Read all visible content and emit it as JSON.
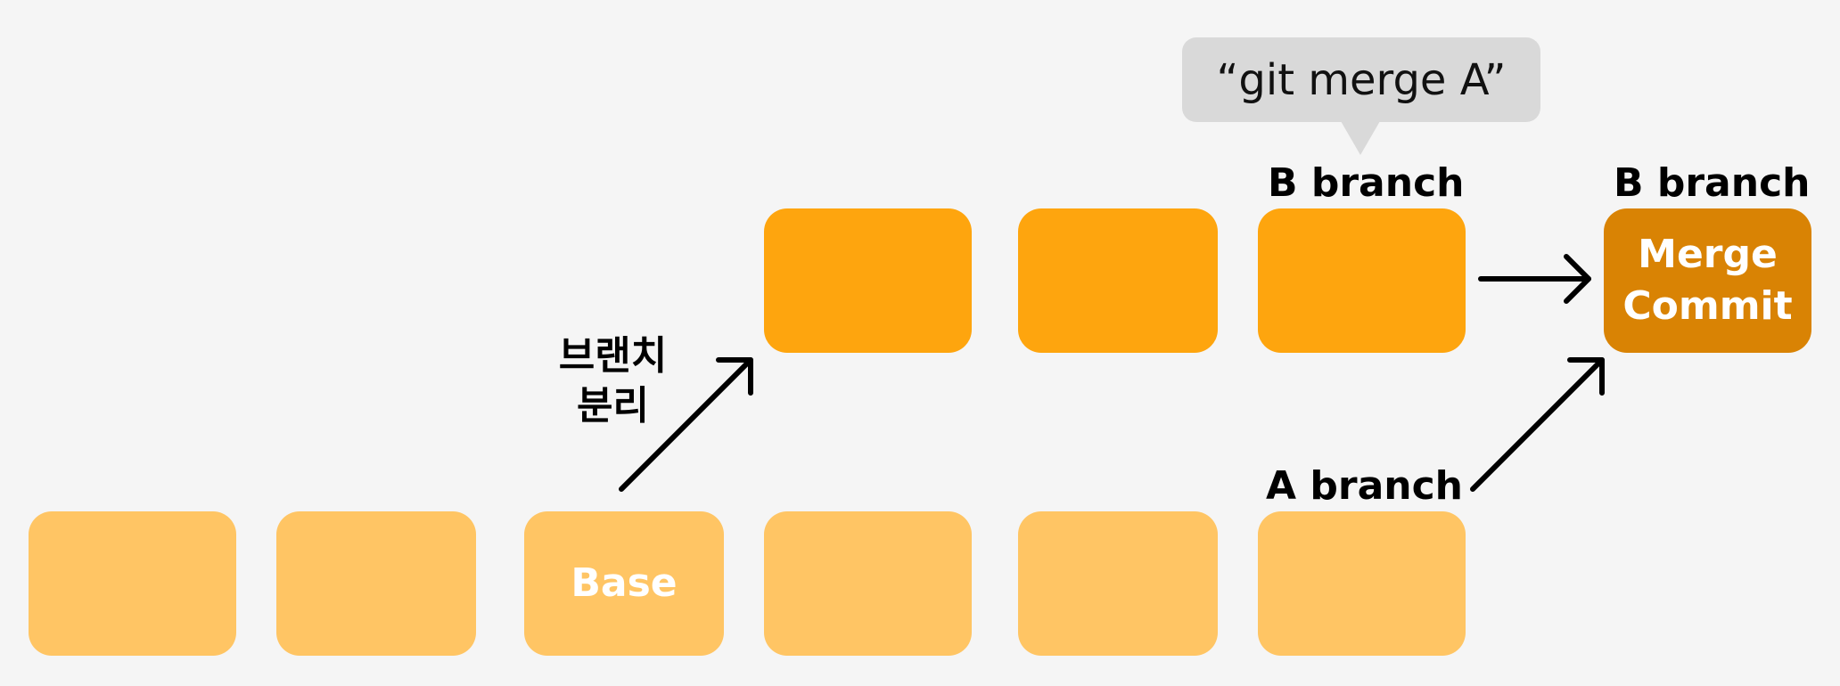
{
  "bubble": {
    "text": "“git merge A”"
  },
  "labels": {
    "b_branch_left": "B branch",
    "b_branch_right": "B branch",
    "a_branch": "A branch",
    "branch_split": "브랜치\n분리"
  },
  "commits": {
    "base": "Base",
    "merge": "Merge\nCommit"
  },
  "colors": {
    "main_line": "#ffc564",
    "branch_line": "#fea50e",
    "merge_commit": "#d98304",
    "bubble": "#d9d9d9",
    "background": "#f5f5f5"
  }
}
